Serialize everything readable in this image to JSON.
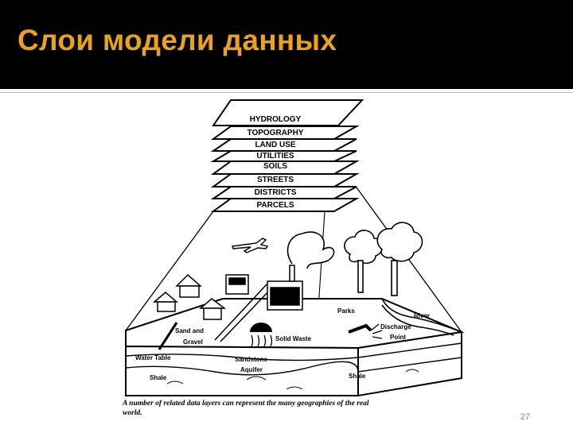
{
  "slide": {
    "title": "Слои модели данных",
    "page_number": "27",
    "accent_color": "#e8a21e"
  },
  "figure": {
    "layers": [
      "HYDROLOGY",
      "TOPOGRAPHY",
      "LAND USE",
      "UTILITIES",
      "SOILS",
      "STREETS",
      "DISTRICTS",
      "PARCELS"
    ],
    "labels": {
      "sand_gravel_1": "Sand and",
      "sand_gravel_2": "Gravel",
      "solid_waste": "Solid Waste",
      "parks": "Parks",
      "river": "River",
      "discharge_1": "Discharge",
      "discharge_2": "Point",
      "water_table": "Water Table",
      "sandstone_1": "Sandstone",
      "sandstone_2": "Aquifer",
      "shale_left": "Shale",
      "shale_right": "Shale"
    },
    "caption_line1": "A number of related data layers can represent the many geographies of the real",
    "caption_line2": "world."
  }
}
